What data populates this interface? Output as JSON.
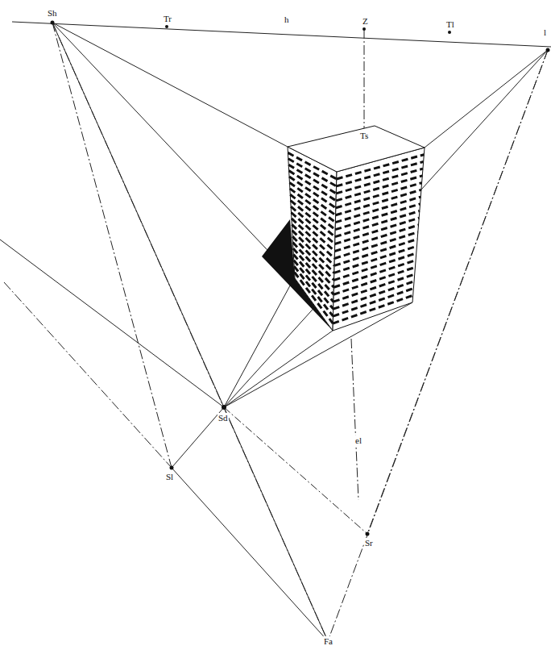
{
  "diagram": {
    "labels": [
      "Sh",
      "Tr",
      "h",
      "Z",
      "Tl",
      "l",
      "Ts",
      "Sd",
      "Sl",
      "Sr",
      "el",
      "Fa"
    ]
  }
}
